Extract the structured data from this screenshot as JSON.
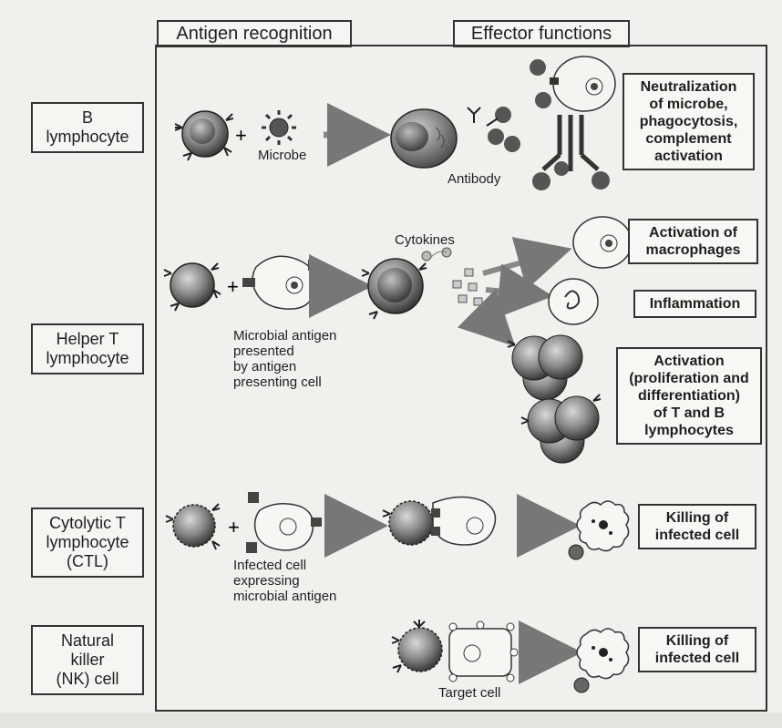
{
  "headers": {
    "antigen_recognition": "Antigen recognition",
    "effector_functions": "Effector functions"
  },
  "cell_types": [
    {
      "label": "B lymphocyte",
      "lines": [
        "B",
        "lymphocyte"
      ]
    },
    {
      "label": "Helper T lymphocyte",
      "lines": [
        "Helper T",
        "lymphocyte"
      ]
    },
    {
      "label": "Cytolytic T lymphocyte (CTL)",
      "lines": [
        "Cytolytic T",
        "lymphocyte",
        "(CTL)"
      ]
    },
    {
      "label": "Natural killer (NK) cell",
      "lines": [
        "Natural",
        "killer",
        "(NK) cell"
      ]
    }
  ],
  "effects": {
    "neutralization": [
      "Neutralization",
      "of microbe,",
      "phagocytosis,",
      "complement",
      "activation"
    ],
    "macrophages": [
      "Activation of",
      "macrophages"
    ],
    "inflammation": [
      "Inflammation"
    ],
    "activation": [
      "Activation",
      "(proliferation and",
      "differentiation)",
      "of T and B",
      "lymphocytes"
    ],
    "killing_ctl": [
      "Killing of",
      "infected cell"
    ],
    "killing_nk": [
      "Killing of",
      "infected cell"
    ]
  },
  "captions": {
    "microbe": "Microbe",
    "antibody": "Antibody",
    "cytokines": "Cytokines",
    "apc": [
      "Microbial antigen",
      "presented",
      "by antigen",
      "presenting cell"
    ],
    "infected": [
      "Infected cell",
      "expressing",
      "microbial antigen"
    ],
    "target": "Target cell"
  },
  "symbols": {
    "plus": "+"
  }
}
